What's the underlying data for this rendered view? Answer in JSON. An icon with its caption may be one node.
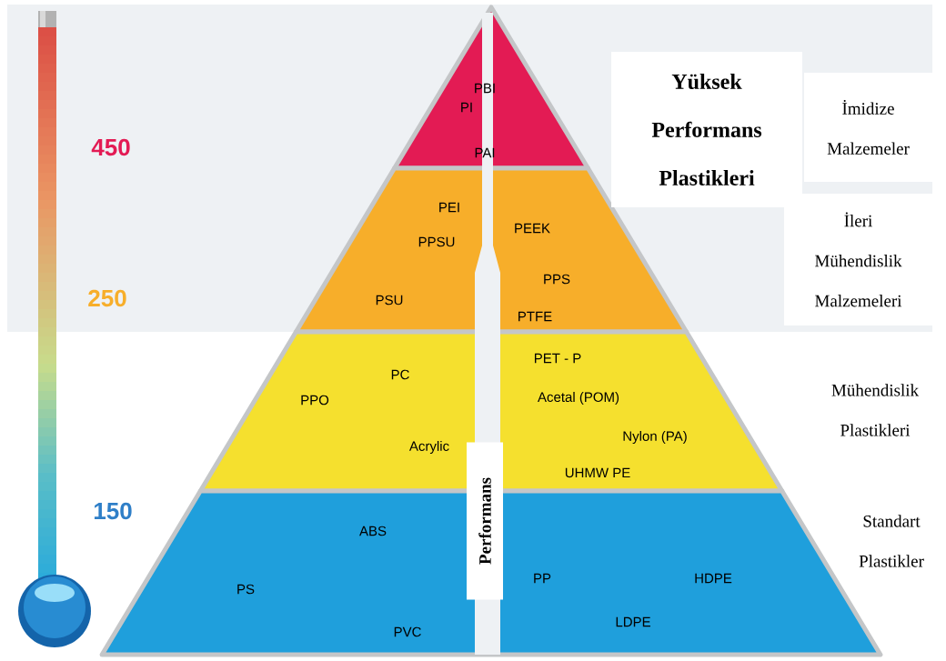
{
  "diagram": {
    "nodes": [
      {
        "text": [
          "PBI",
          "PI",
          "PAI"
        ]
      },
      {
        "text": [
          "PEI",
          "PPSU",
          "PSU",
          "PEEK",
          "PPS",
          "PTFE"
        ]
      },
      {
        "text": [
          "PPO",
          "PC",
          "Acrylic",
          "PET - P",
          "Acetal (POM)",
          "Nylon (PA)",
          "UHMW PE"
        ]
      },
      {
        "text": [
          "ABS",
          "PS",
          "PVC",
          "PP",
          "HDPE",
          "LDPE"
        ]
      },
      {
        "text": [
          "Yüksek Performans Plastikleri"
        ]
      },
      {
        "text": [
          "İmidize Malzemeler"
        ]
      },
      {
        "text": [
          "İleri Mühendislik Malzemeleri"
        ]
      }
    ],
    "labels": [
      "450",
      "250",
      "150",
      "Performans",
      "Mühendislik Plastikleri",
      "Standart Plastikler"
    ]
  }
}
